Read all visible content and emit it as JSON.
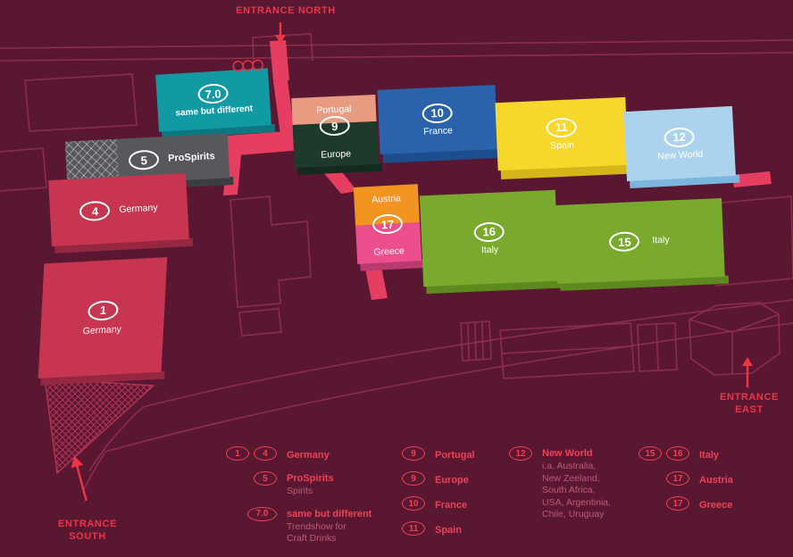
{
  "colors": {
    "background": "#5a1732",
    "outline": "#8d2d4e",
    "path": "#e63e60",
    "accent": "#ee3447",
    "legend_red": "#ef4156",
    "legend_muted": "#bc5b76",
    "hatch_red": "#b23453"
  },
  "entrances": {
    "north": "ENTRANCE NORTH",
    "east_line1": "ENTRANCE",
    "east_line2": "EAST",
    "south_line1": "ENTRANCE",
    "south_line2": "SOUTH"
  },
  "halls": {
    "h70": {
      "number": "7.0",
      "name": "same but different",
      "color": "#129aa4",
      "side": "#0c7780"
    },
    "h5": {
      "number": "5",
      "name": "ProSpirits",
      "color": "#57585c",
      "side": "#3c3d40"
    },
    "h4": {
      "number": "4",
      "name": "Germany",
      "color": "#c73551",
      "side": "#952741"
    },
    "h1": {
      "number": "1",
      "name": "Germany",
      "color": "#c73551",
      "side": "#952741"
    },
    "h9": {
      "number": "9",
      "top": "Portugal",
      "bottom": "Europe",
      "color_top": "#e79c82",
      "color_bottom": "#1c3b2a",
      "side": "#132a1e"
    },
    "h10": {
      "number": "10",
      "name": "France",
      "color": "#2a63ab",
      "side": "#1c4d8c"
    },
    "h11": {
      "number": "11",
      "name": "Spain",
      "color": "#f7d72b",
      "side": "#d4b51a"
    },
    "h12": {
      "number": "12",
      "name": "New World",
      "color": "#abd3ee",
      "side": "#7cb6de"
    },
    "h17": {
      "number": "17",
      "top": "Austria",
      "bottom": "Greece",
      "color_top": "#f19421",
      "color_bottom": "#ec4f8c",
      "side": "#b93a6e"
    },
    "h16": {
      "number": "16",
      "name": "Italy",
      "color": "#79a92d",
      "side": "#5c8a1e"
    },
    "h15": {
      "number": "15",
      "name": "Italy",
      "color": "#79a92d",
      "side": "#5c8a1e"
    }
  },
  "legend": {
    "col1": [
      {
        "badges": [
          "1",
          "4"
        ],
        "label": "Germany",
        "sub": []
      },
      {
        "badges": [
          "5"
        ],
        "label": "ProSpirits",
        "sub": [
          "Spirits"
        ]
      },
      {
        "badges": [
          "7.0"
        ],
        "label": "same but different",
        "sub": [
          "Trendshow for",
          "Craft Drinks"
        ]
      }
    ],
    "col2": [
      {
        "badges": [
          "9"
        ],
        "label": "Portugal"
      },
      {
        "badges": [
          "9"
        ],
        "label": "Europe"
      },
      {
        "badges": [
          "10"
        ],
        "label": "France"
      },
      {
        "badges": [
          "11"
        ],
        "label": "Spain"
      }
    ],
    "col3": [
      {
        "badges": [
          "12"
        ],
        "label": "New World",
        "sub": [
          "i.a. Australia,",
          "New Zeeland,",
          "South Africa,",
          "USA, Argentinia,",
          "Chile, Uruguay"
        ]
      }
    ],
    "col4": [
      {
        "badges": [
          "15",
          "16"
        ],
        "label": "Italy"
      },
      {
        "badges": [
          "17"
        ],
        "label": "Austria"
      },
      {
        "badges": [
          "17"
        ],
        "label": "Greece"
      }
    ]
  }
}
